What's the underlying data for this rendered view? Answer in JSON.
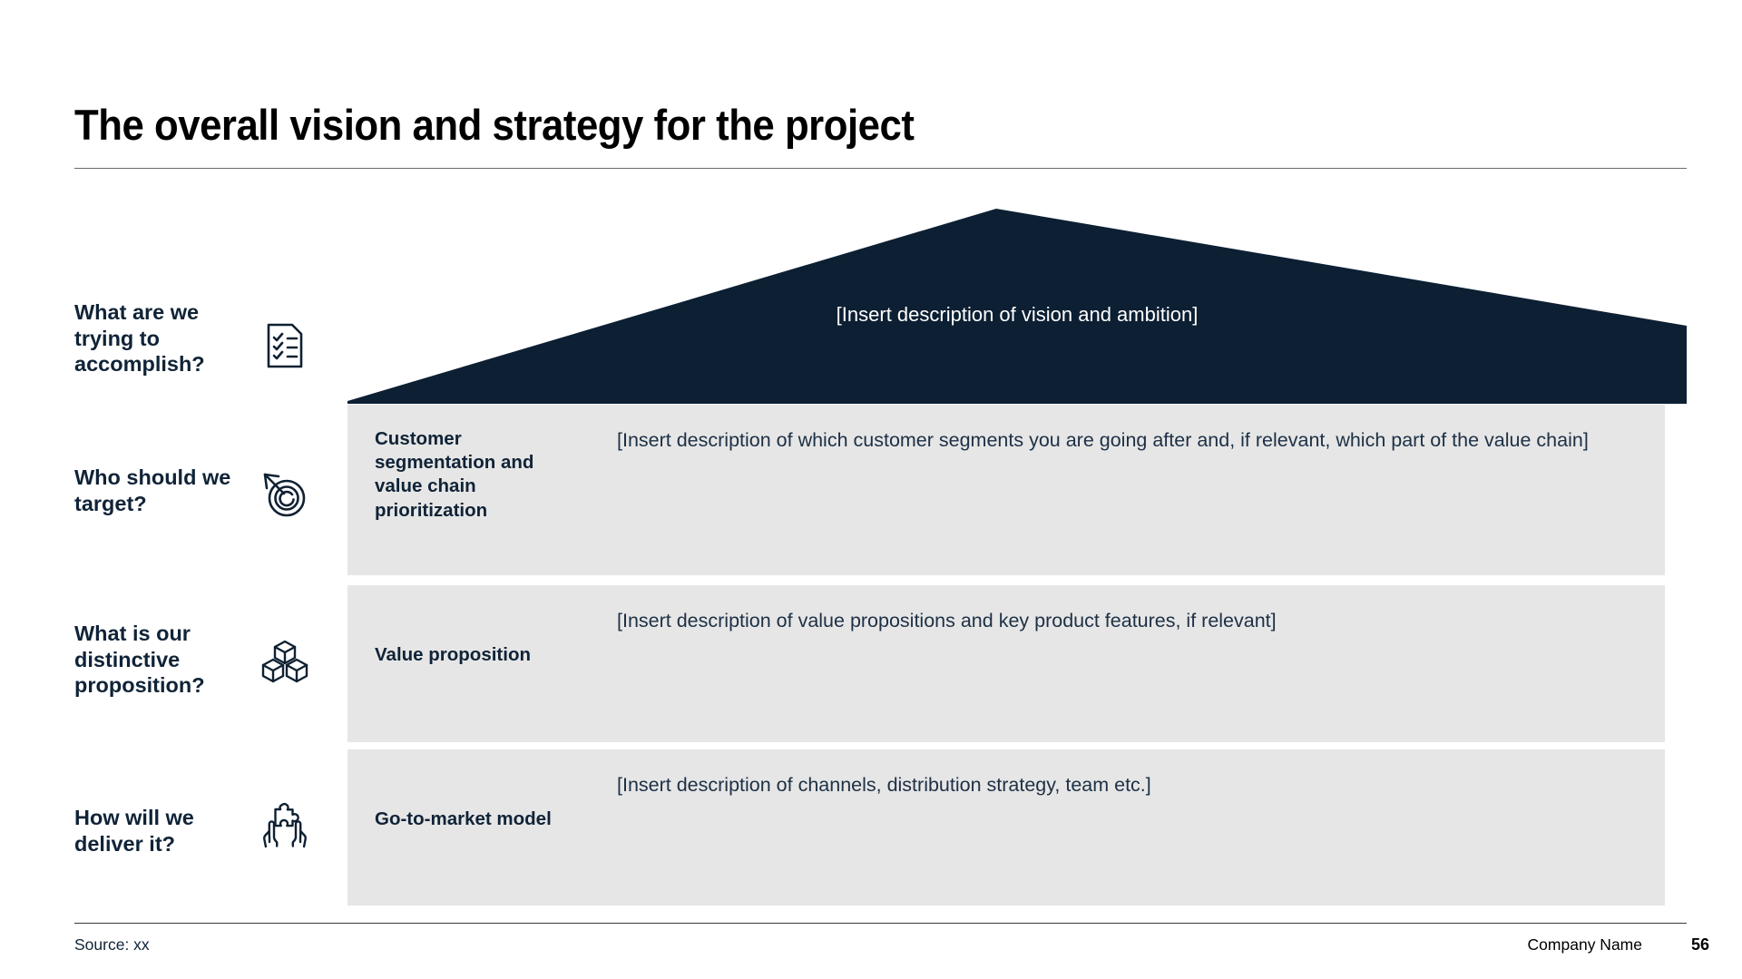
{
  "header": {
    "title": "The overall vision and strategy for the project"
  },
  "questions": [
    {
      "label": "What are we trying to accomplish?",
      "icon": "checklist-document-icon"
    },
    {
      "label": "Who should we target?",
      "icon": "target-arrow-icon"
    },
    {
      "label": "What is our distinctive proposition?",
      "icon": "stacked-cubes-icon"
    },
    {
      "label": "How will we deliver it?",
      "icon": "hands-puzzle-piece-icon"
    }
  ],
  "vision": {
    "text": "[Insert description of vision and ambition]",
    "fill_color": "#0c1f33",
    "text_color": "#ffffff"
  },
  "rows": [
    {
      "label": "Customer segmentation and value chain prioritization",
      "body": "[Insert description of which customer segments you are going after and, if relevant, which part of the value chain]"
    },
    {
      "label": "Value proposition",
      "body": "[Insert description of value propositions and key product features, if relevant]"
    },
    {
      "label": "Go-to-market model",
      "body": "[Insert description of channels, distribution strategy, team etc.]"
    }
  ],
  "footer": {
    "source": "Source: xx",
    "company": "Company Name",
    "page": "56"
  },
  "colors": {
    "navy": "#102337",
    "row_bg": "#e6e6e6",
    "banner": "#0c1f33"
  }
}
